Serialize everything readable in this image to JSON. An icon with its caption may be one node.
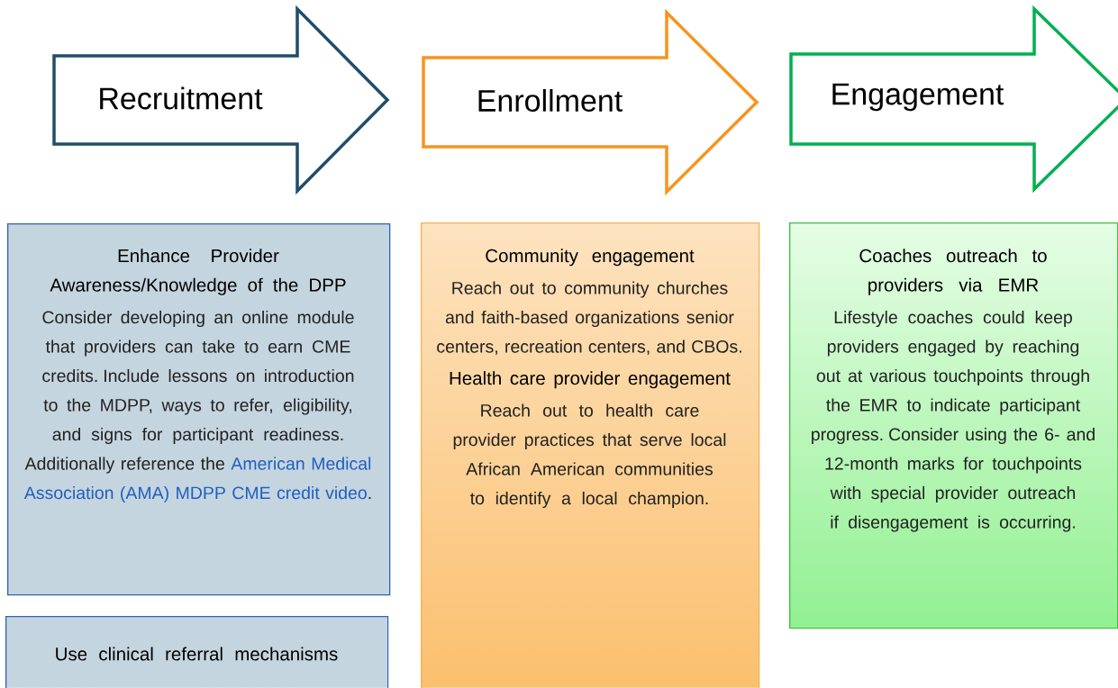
{
  "diagram": {
    "nodes": [
      {
        "text": [
          "Recruitment"
        ]
      },
      {
        "text": [
          "Enrollment"
        ]
      },
      {
        "text": [
          "Engagement"
        ]
      },
      {
        "text": [
          "Enhance Provider Awareness/Knowledge of the DPP",
          "Consider developing an online module that providers can take to earn CME credits. Include lessons on introduction to the MDPP, ways to refer, eligibility, and signs for participant readiness. Additionally reference the",
          "American Medical Association (AMA) MDPP CME credit video",
          "."
        ]
      },
      {
        "text": [
          "Use clinical referral mechanisms"
        ]
      },
      {
        "text": [
          "Community engagement",
          "Reach out to community churches and faith-based organizations senior centers, recreation centers, and CBOs.",
          "Health care provider engagement",
          "Reach out to health care provider practices that serve local African American communities to identify a local champion."
        ]
      },
      {
        "text": [
          "Coaches outreach to providers via EMR",
          "Lifestyle coaches could keep providers engaged by reaching out at various touchpoints through the EMR to indicate participant progress. Consider using the 6- and 12-month marks for touchpoints with special provider outreach if disengagement is occurring."
        ]
      }
    ]
  }
}
